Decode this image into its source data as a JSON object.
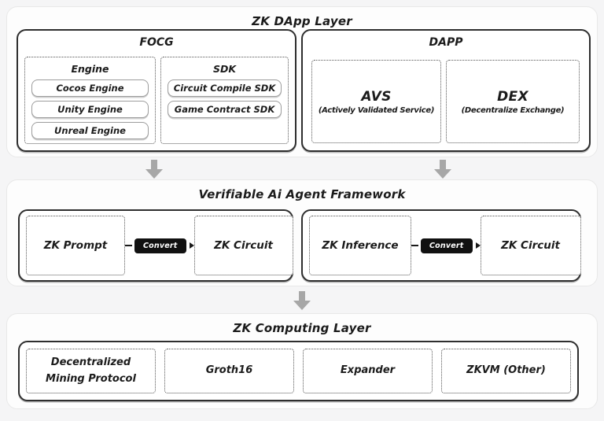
{
  "colors": {
    "page_bg": "#f5f5f6",
    "section_bg": "#fdfdfd",
    "section_border": "#e8e8e8",
    "solid_box_border": "#2e2e2e",
    "dotted_border": "#555555",
    "arrow_gray": "#a7a7a7",
    "convert_bg": "#111111",
    "convert_text": "#ffffff"
  },
  "dapp_layer": {
    "title": "ZK DApp Layer",
    "focg": {
      "title": "FOCG",
      "engine": {
        "title": "Engine",
        "items": [
          "Cocos Engine",
          "Unity Engine",
          "Unreal Engine"
        ]
      },
      "sdk": {
        "title": "SDK",
        "items": [
          "Circuit Compile SDK",
          "Game Contract SDK"
        ]
      }
    },
    "dapp": {
      "title": "DAPP",
      "nodes": [
        {
          "name": "AVS",
          "subtitle": "(Actively Validated Service)"
        },
        {
          "name": "DEX",
          "subtitle": "(Decentralize Exchange)"
        }
      ]
    }
  },
  "agent_framework": {
    "title": "Verifiable Ai Agent Framework",
    "pipelines": [
      {
        "from": "ZK Prompt",
        "action": "Convert",
        "to": "ZK Circuit"
      },
      {
        "from": "ZK Inference",
        "action": "Convert",
        "to": "ZK Circuit"
      }
    ]
  },
  "computing_layer": {
    "title": "ZK Computing Layer",
    "items": [
      "Decentralized Mining Protocol",
      "Groth16",
      "Expander",
      "ZKVM (Other)"
    ]
  }
}
